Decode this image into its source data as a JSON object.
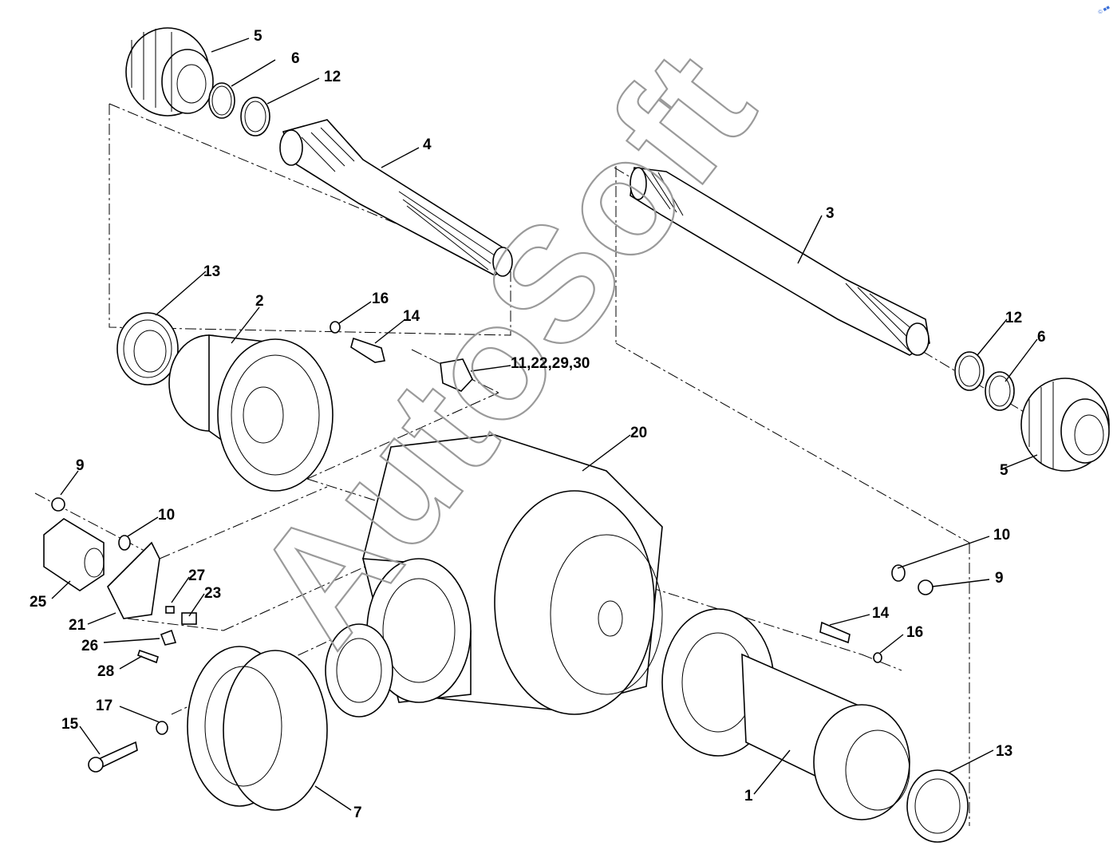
{
  "diagram": {
    "watermark": "AutoSoft",
    "corner_mark": "© ■■",
    "callouts": {
      "c1": "1",
      "c2": "2",
      "c3": "3",
      "c4": "4",
      "c5a": "5",
      "c5b": "5",
      "c6a": "6",
      "c6b": "6",
      "c7": "7",
      "c9a": "9",
      "c9b": "9",
      "c10a": "10",
      "c10b": "10",
      "c11": "11,22,29,30",
      "c12a": "12",
      "c12b": "12",
      "c13a": "13",
      "c13b": "13",
      "c14a": "14",
      "c14b": "14",
      "c15": "15",
      "c16a": "16",
      "c16b": "16",
      "c17": "17",
      "c20": "20",
      "c21": "21",
      "c23": "23",
      "c25": "25",
      "c26": "26",
      "c27": "27",
      "c28": "28"
    }
  }
}
